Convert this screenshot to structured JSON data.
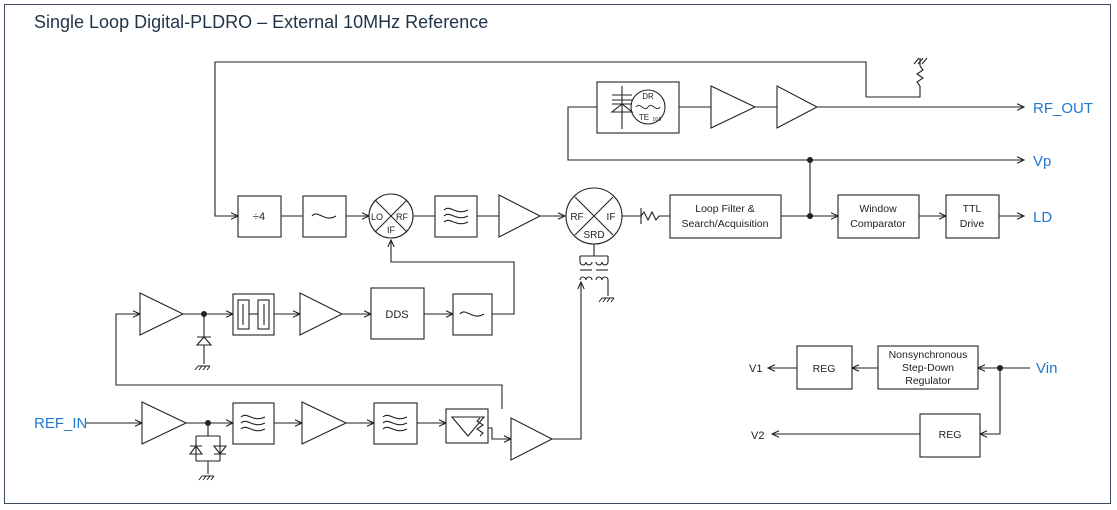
{
  "title": "Single Loop Digital-PLDRO – External 10MHz Reference",
  "ports": {
    "rf_out": "RF_OUT",
    "vp": "Vp",
    "ld": "LD",
    "ref_in": "REF_IN",
    "vin": "Vin",
    "v1": "V1",
    "v2": "V2"
  },
  "blocks": {
    "divider": "÷4",
    "dds": "DDS",
    "loop_filter": [
      "Loop Filter &",
      "Search/Acquisition"
    ],
    "window_comparator": [
      "Window",
      "Comparator"
    ],
    "ttl_drive": [
      "TTL",
      "Drive"
    ],
    "reg1": "REG",
    "reg2": "REG",
    "buck": [
      "Nonsynchronous",
      "Step-Down",
      "Regulator"
    ]
  },
  "mixer": {
    "lo": "LO",
    "rf": "RF",
    "if": "IF"
  },
  "srd_mixer": {
    "rf": "RF",
    "if": "IF",
    "srd": "SRD"
  },
  "resonator": {
    "top": "DR",
    "bottom": "TE",
    "sub": "01δ"
  },
  "colors": {
    "port_text": "#1f78d1",
    "line": "#222222",
    "frame": "#3a4a5c"
  }
}
